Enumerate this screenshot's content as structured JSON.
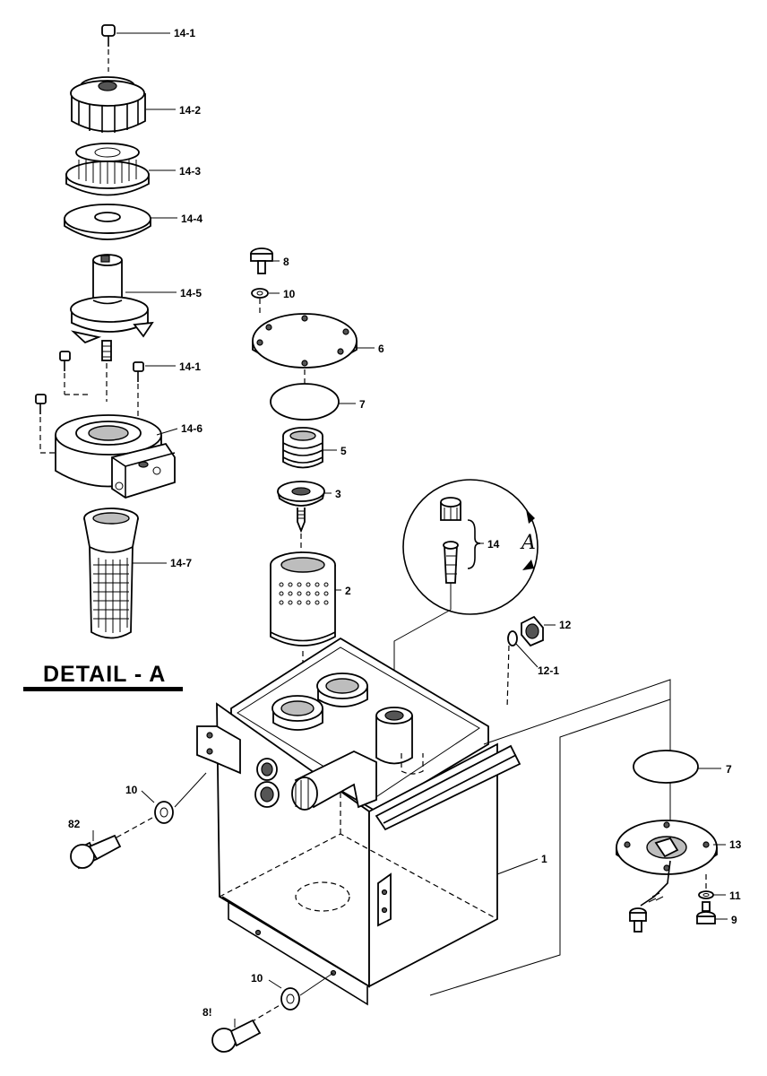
{
  "detail_title": "DETAIL - A",
  "detail_marker": "A",
  "callouts": {
    "c14_1_top": "14-1",
    "c14_2": "14-2",
    "c14_3": "14-3",
    "c14_4": "14-4",
    "c14_5": "14-5",
    "c14_1_mid": "14-1",
    "c14_6": "14-6",
    "c14_7": "14-7",
    "c8_top": "8",
    "c10_top": "10",
    "c6": "6",
    "c7_top": "7",
    "c5": "5",
    "c3": "3",
    "c2": "2",
    "c14": "14",
    "c12": "12",
    "c12_1": "12-1",
    "c7_right": "7",
    "c13": "13",
    "c11": "11",
    "c9": "9",
    "c1": "1",
    "c10_left": "10",
    "c8_left": "82",
    "c10_bottom": "10",
    "c8_bottom": "8!"
  }
}
